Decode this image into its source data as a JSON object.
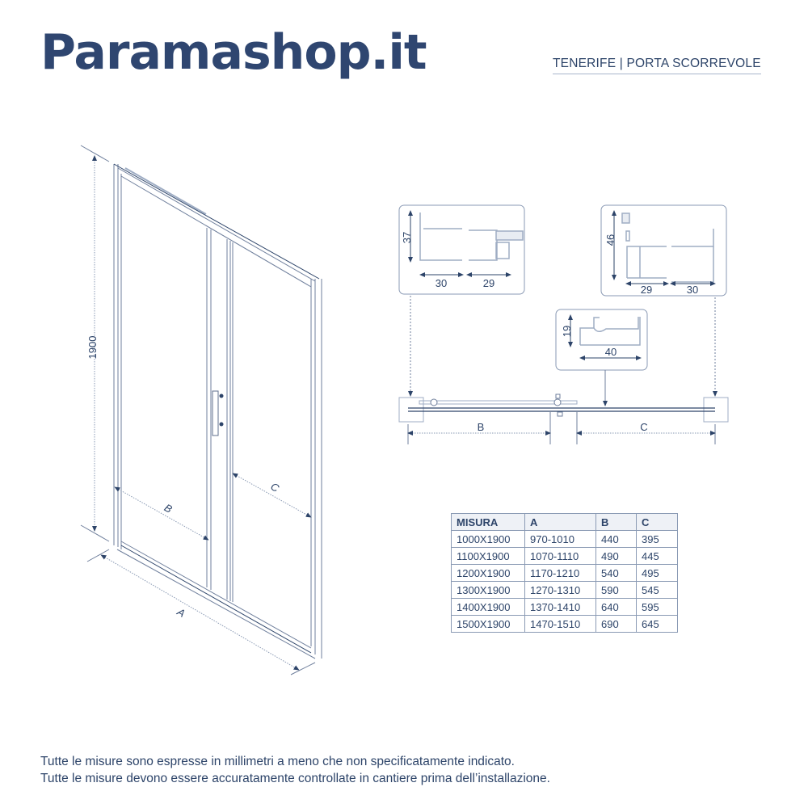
{
  "header": {
    "brand": "Paramashop.it",
    "subtitle": "TENERIFE | PORTA SCORREVOLE"
  },
  "iso_view": {
    "height_label": "1900",
    "width_label": "A",
    "panel_left_label": "B",
    "panel_right_label": "C"
  },
  "profiles": {
    "left_detail": {
      "height": "37",
      "width_a": "30",
      "width_b": "29"
    },
    "right_detail": {
      "height": "46",
      "width_a": "29",
      "width_b": "30"
    },
    "center_detail": {
      "height": "19",
      "width": "40"
    }
  },
  "plan_view": {
    "label_b": "B",
    "label_c": "C"
  },
  "table": {
    "headers": [
      "MISURA",
      "A",
      "B",
      "C"
    ],
    "rows": [
      [
        "1000X1900",
        "970-1010",
        "440",
        "395"
      ],
      [
        "1100X1900",
        "1070-1110",
        "490",
        "445"
      ],
      [
        "1200X1900",
        "1170-1210",
        "540",
        "495"
      ],
      [
        "1300X1900",
        "1270-1310",
        "590",
        "545"
      ],
      [
        "1400X1900",
        "1370-1410",
        "640",
        "595"
      ],
      [
        "1500X1900",
        "1470-1510",
        "690",
        "645"
      ]
    ]
  },
  "notes": {
    "line1": "Tutte le misure sono espresse in millimetri a meno che non specificatamente indicato.",
    "line2": "Tutte le misure devono essere accuratamente controllate in cantiere prima dell’installazione."
  },
  "colors": {
    "primary": "#2f4670",
    "line": "#8a9ab4",
    "header_bg": "#eef1f6"
  }
}
